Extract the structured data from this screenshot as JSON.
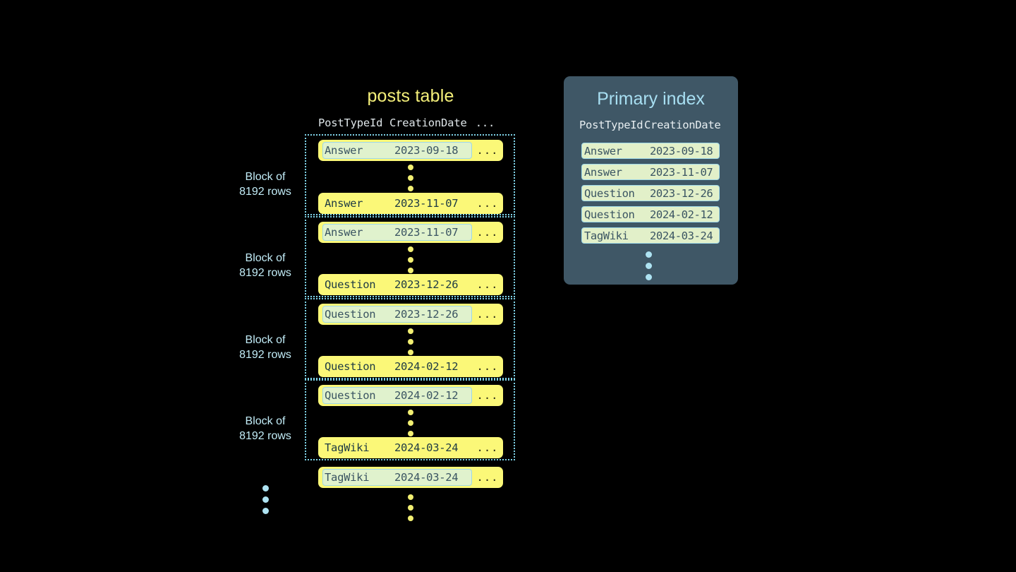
{
  "posts_table": {
    "title": "posts table",
    "columns": [
      "PostTypeId",
      "CreationDate",
      "..."
    ],
    "ellipsis_cell": "...",
    "block_label": "Block of\n8192 rows",
    "block_label_line1": "Block of",
    "block_label_line2": "8192 rows",
    "blocks": [
      {
        "label_line1": "Block of",
        "label_line2": "8192 rows",
        "first_row": {
          "post_type_id": "Answer",
          "creation_date": "2023-09-18",
          "rest": "...",
          "highlighted": true
        },
        "last_row": {
          "post_type_id": "Answer",
          "creation_date": "2023-11-07",
          "rest": "...",
          "highlighted": false
        }
      },
      {
        "label_line1": "Block of",
        "label_line2": "8192 rows",
        "first_row": {
          "post_type_id": "Answer",
          "creation_date": "2023-11-07",
          "rest": "...",
          "highlighted": true
        },
        "last_row": {
          "post_type_id": "Question",
          "creation_date": "2023-12-26",
          "rest": "...",
          "highlighted": false
        }
      },
      {
        "label_line1": "Block of",
        "label_line2": "8192 rows",
        "first_row": {
          "post_type_id": "Question",
          "creation_date": "2023-12-26",
          "rest": "...",
          "highlighted": true
        },
        "last_row": {
          "post_type_id": "Question",
          "creation_date": "2024-02-12",
          "rest": "...",
          "highlighted": false
        }
      },
      {
        "label_line1": "Block of",
        "label_line2": "8192 rows",
        "first_row": {
          "post_type_id": "Question",
          "creation_date": "2024-02-12",
          "rest": "...",
          "highlighted": true
        },
        "last_row": {
          "post_type_id": "TagWiki",
          "creation_date": "2024-03-24",
          "rest": "...",
          "highlighted": false
        }
      }
    ],
    "trailing_row": {
      "post_type_id": "TagWiki",
      "creation_date": "2024-03-24",
      "rest": "...",
      "highlighted": true
    }
  },
  "primary_index": {
    "title": "Primary index",
    "columns": [
      "PostTypeId",
      "CreationDate"
    ],
    "rows": [
      {
        "post_type_id": "Answer",
        "creation_date": "2023-09-18"
      },
      {
        "post_type_id": "Answer",
        "creation_date": "2023-11-07"
      },
      {
        "post_type_id": "Question",
        "creation_date": "2023-12-26"
      },
      {
        "post_type_id": "Question",
        "creation_date": "2024-02-12"
      },
      {
        "post_type_id": "TagWiki",
        "creation_date": "2024-03-24"
      }
    ]
  },
  "colors": {
    "background": "#000000",
    "row_fill": "#fbf878",
    "row_highlight_fill": "#e0f2cd",
    "row_highlight_border": "#9ed8e8",
    "block_border": "#7fd3e8",
    "block_label_text": "#c2ecf7",
    "posts_title": "#f5f07a",
    "panel_background": "#3f5766",
    "panel_title": "#a8dff2",
    "dot_yellow": "#f2ef72",
    "dot_blue": "#aee3f2"
  }
}
